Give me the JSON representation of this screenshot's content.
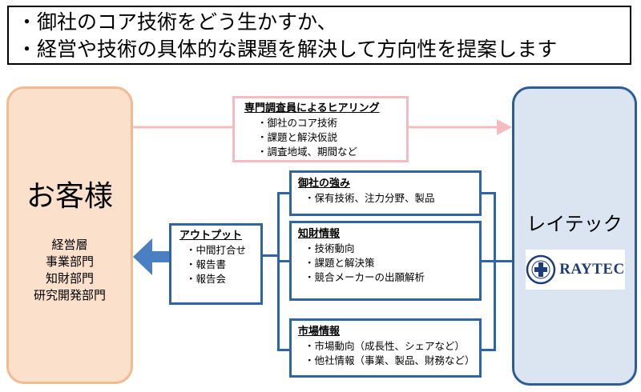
{
  "headline": {
    "lines": [
      "・御社のコア技術をどう生かすか、",
      "・経営や技術の具体的な課題を解決して方向性を提案します"
    ]
  },
  "customer": {
    "title": "お客様",
    "departments": [
      "経営層",
      "事業部門",
      "知財部門",
      "研究開発部門"
    ]
  },
  "raytec": {
    "title": "レイテック",
    "logo_text": "RAYTEC"
  },
  "hearing": {
    "title": "専門調査員によるヒアリング",
    "items": [
      "・御社のコア技術",
      "・課題と解決仮説",
      "・調査地域、期間など"
    ]
  },
  "output": {
    "title": "アウトプット",
    "items": [
      "・中間打合せ",
      "・報告書",
      "・報告会"
    ]
  },
  "services": [
    {
      "title": "御社の強み",
      "items": [
        "・保有技術、注力分野、製品"
      ]
    },
    {
      "title": "知財情報",
      "items": [
        "・技術動向",
        "・課題と解決策",
        "・競合メーカーの出願解析"
      ]
    },
    {
      "title": "市場情報",
      "items": [
        "・市場動向（成長性、シェアなど）",
        "・他社情報（事業、製品、財務など）"
      ]
    }
  ],
  "colors": {
    "customer_fill": "#fbe0cc",
    "customer_border": "#f3b98f",
    "raytec_fill": "#dbe5f2",
    "raytec_border": "#2e5d96",
    "accent_blue": "#2e64a8",
    "hearing_pink": "#f4bcc0"
  },
  "icons": {
    "logo": "raytec-logo-icon"
  }
}
